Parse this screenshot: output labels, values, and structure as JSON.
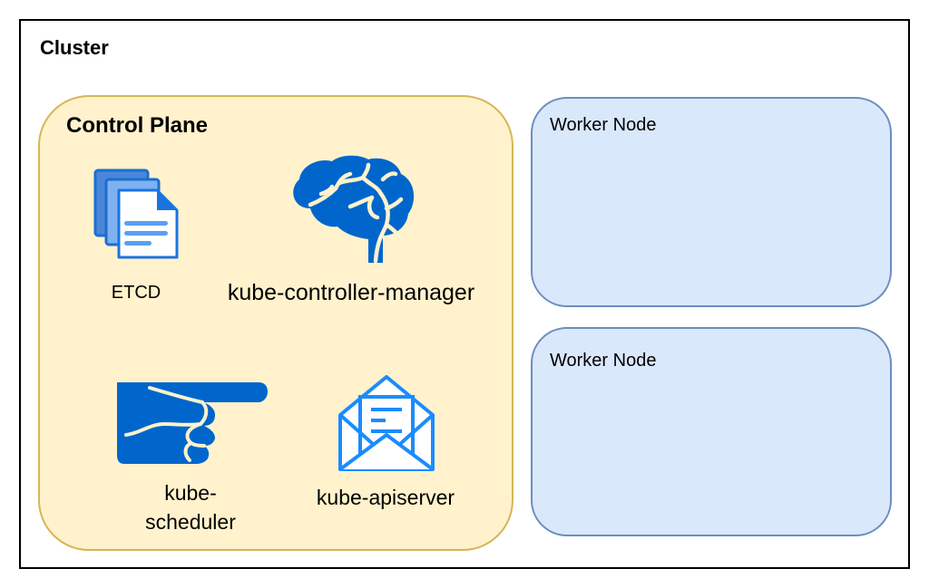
{
  "cluster": {
    "title": "Cluster",
    "control_plane": {
      "title": "Control Plane",
      "components": [
        {
          "name": "ETCD",
          "icon": "documents-icon"
        },
        {
          "name": "kube-controller-manager",
          "icon": "brain-icon"
        },
        {
          "name": "kube-scheduler",
          "label_line1": "kube-",
          "label_line2": "scheduler",
          "icon": "pointing-hand-icon"
        },
        {
          "name": "kube-apiserver",
          "icon": "open-envelope-icon"
        }
      ],
      "fill": "#fff2cc",
      "stroke": "#d6b656"
    },
    "worker_nodes": [
      {
        "title": "Worker Node"
      },
      {
        "title": "Worker Node"
      }
    ],
    "worker_fill": "#dae8fc",
    "worker_stroke": "#6c8ebf",
    "icon_color": "#0066cc"
  }
}
